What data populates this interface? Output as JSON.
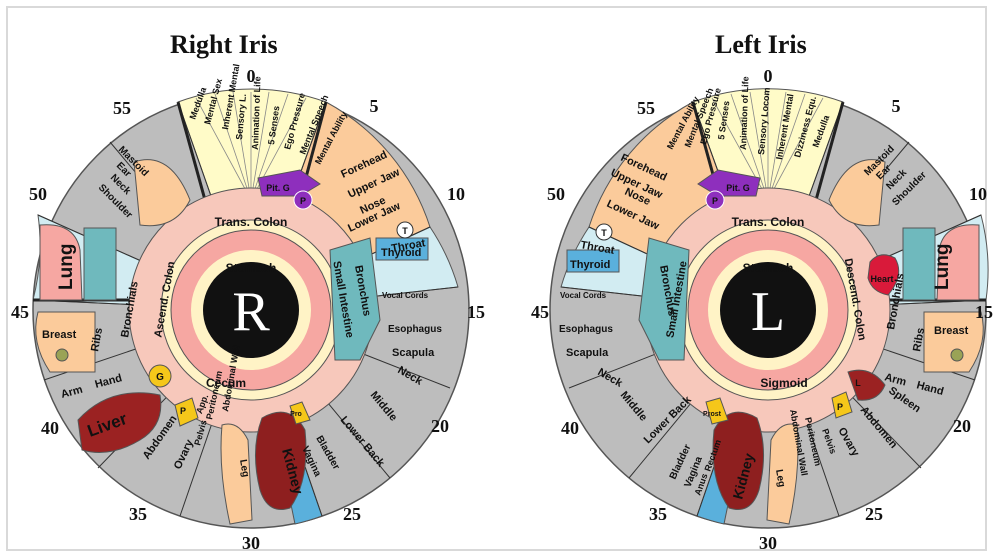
{
  "titles": {
    "right": "Right Iris",
    "left": "Left Iris"
  },
  "numbers": [
    "0",
    "5",
    "10",
    "15",
    "20",
    "25",
    "30",
    "35",
    "40",
    "45",
    "50",
    "55"
  ],
  "centers": {
    "right": "R",
    "left": "L"
  },
  "right_iris": {
    "inner": [
      "Stomach",
      "Trans. Colon",
      "Small Intestine",
      "Cecum",
      "Ascend. Colon",
      "App."
    ],
    "sectors": [
      "Medulla",
      "Mental Sex",
      "Inherent Mental",
      "Sensory L.",
      "Animation of Life",
      "5 Senses",
      "Ego Pressure",
      "Mental Speech",
      "Mental Ability",
      "Pit. G",
      "P",
      "Forehead",
      "Upper Jaw",
      "Nose",
      "Lower Jaw",
      "T",
      "Throat",
      "Thyroid",
      "Vocal Cords",
      "Bronchus",
      "Esophagus",
      "Scapula",
      "Neck",
      "Middle",
      "Lower Back",
      "Bladder",
      "Vagina",
      "Pro",
      "Kidney",
      "Leg",
      "Abdominal Wall",
      "Peritoneum",
      "Pelvis",
      "Ovary",
      "P",
      "Abdomen",
      "Liver",
      "G",
      "Arm",
      "Hand",
      "Breast",
      "Ribs",
      "Bronchials",
      "Lung",
      "Mastoid",
      "Ear",
      "Neck",
      "Shoulder"
    ]
  },
  "left_iris": {
    "inner": [
      "Stomach",
      "Trans. Colon",
      "Small Intestine",
      "Descend. Colon",
      "Sigmoid"
    ],
    "sectors": [
      "Mental Ability",
      "Mental Speech",
      "Ego Pressure",
      "5 Senses",
      "Animation of Life",
      "Sensory Locom",
      "Inherent Mental",
      "Dizziness Equ.",
      "Medulla",
      "Pit. G",
      "P",
      "Forehead",
      "Upper Jaw",
      "Nose",
      "Lower Jaw",
      "T",
      "Throat",
      "Thyroid",
      "Vocal Cords",
      "Bronchus",
      "Esophagus",
      "Scapula",
      "Neck",
      "Middle",
      "Lower Back",
      "Prost",
      "Bladder",
      "Vagina",
      "Anus",
      "Rectum",
      "Kidney",
      "Leg",
      "Abdominal Wall",
      "Peritoneum",
      "Pelvis",
      "Ovary",
      "P",
      "Abdomen",
      "Spleen",
      "Arm",
      "Hand",
      "L",
      "Breast",
      "Ribs",
      "Bronchials",
      "Heart",
      "Lung",
      "Mastoid",
      "Ear",
      "Neck",
      "Shoulder"
    ]
  },
  "colors": {
    "ring_fill": "#e9e1a4",
    "outer_gray": "#bdbdbd",
    "pink_inner": "#f6a7a2",
    "pink_band": "#f7c8bb",
    "yellow_ring": "#fff3c6",
    "flesh": "#fbcb9b",
    "brain_yellow": "#fffbc8",
    "purple": "#8e2fbd",
    "teal": "#6fb9bd",
    "blue": "#5ab0dc",
    "liver": "#9b2222",
    "kidney": "#8e1f1f",
    "gold": "#f5c71a",
    "pale_cyan": "#d2ecf2"
  }
}
